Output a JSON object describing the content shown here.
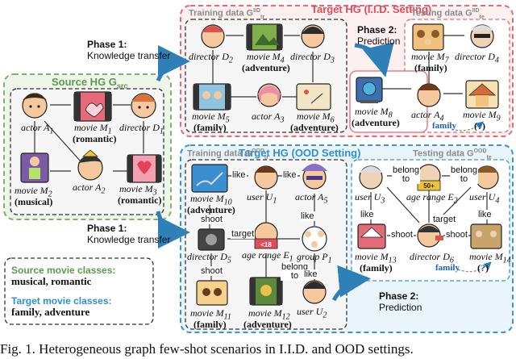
{
  "source": {
    "title": "Source HG G",
    "title_sub": "src",
    "nodes": [
      {
        "role": "actor A",
        "sub": "1"
      },
      {
        "role": "movie M",
        "sub": "1",
        "cls": "romantic"
      },
      {
        "role": "director D",
        "sub": "1"
      },
      {
        "role": "movie M",
        "sub": "2",
        "cls": "musical"
      },
      {
        "role": "actor A",
        "sub": "2"
      },
      {
        "role": "movie M",
        "sub": "3",
        "cls": "romantic"
      }
    ]
  },
  "iid": {
    "title": "Target HG (I.I.D. Setting)",
    "train_label": "Training data G",
    "train_sup": "IID",
    "train_sub": "tr",
    "test_label": "Testing data G",
    "test_sup": "IID",
    "test_sub": "te",
    "train_nodes": [
      {
        "role": "director D",
        "sub": "2"
      },
      {
        "role": "movie M",
        "sub": "4",
        "cls": "adventure"
      },
      {
        "role": "director D",
        "sub": "3"
      },
      {
        "role": "movie M",
        "sub": "5",
        "cls": "family"
      },
      {
        "role": "actor A",
        "sub": "3"
      },
      {
        "role": "movie M",
        "sub": "6",
        "cls": "adventure"
      }
    ],
    "mid_node": {
      "role": "movie M",
      "sub": "8",
      "cls": "adventure"
    },
    "test_nodes": [
      {
        "role": "movie M",
        "sub": "7",
        "cls": "family"
      },
      {
        "role": "director D",
        "sub": "4"
      },
      {
        "role": "actor A",
        "sub": "4"
      },
      {
        "role": "movie M",
        "sub": "9"
      }
    ],
    "query_class": "family",
    "query_mark": "?"
  },
  "ood": {
    "title": "Target HG (OOD Setting)",
    "train_label": "Training data G",
    "train_sup": "OOD",
    "train_sub": "tr",
    "test_label": "Testing data G",
    "test_sup": "OOD",
    "test_sub": "te",
    "train_nodes": [
      {
        "role": "movie M",
        "sub": "10",
        "cls": "adventure"
      },
      {
        "role": "user U",
        "sub": "1"
      },
      {
        "role": "actor A",
        "sub": "5"
      },
      {
        "role": "director D",
        "sub": "5"
      },
      {
        "role": "age range E",
        "sub": "1"
      },
      {
        "role": "group P",
        "sub": "1"
      },
      {
        "role": "movie M",
        "sub": "11",
        "cls": "family"
      },
      {
        "role": "movie M",
        "sub": "12",
        "cls": "adventure"
      },
      {
        "role": "user U",
        "sub": "2"
      }
    ],
    "test_nodes": [
      {
        "role": "user U",
        "sub": "3"
      },
      {
        "role": "age range E",
        "sub": "2"
      },
      {
        "role": "user U",
        "sub": "4"
      },
      {
        "role": "movie M",
        "sub": "13",
        "cls": "family"
      },
      {
        "role": "director D",
        "sub": "6"
      },
      {
        "role": "movie M",
        "sub": "14"
      }
    ],
    "edges": {
      "like": "like",
      "shoot": "shoot",
      "target": "target",
      "belong": "belong",
      "to": "to"
    },
    "age_badge": "<18",
    "age_badge_2": "50+",
    "query_class": "family",
    "query_mark": "?"
  },
  "phases": {
    "p1_top": "Phase 1:",
    "p1_top_desc": "Knowledge transfer",
    "p2_top": "Phase 2:",
    "p2_top_desc": "Prediction",
    "p1_bottom": "Phase 1:",
    "p1_bottom_desc": "Knowledge transfer",
    "p2_bottom": "Phase 2:",
    "p2_bottom_desc": "Prediction"
  },
  "legend": {
    "source_title": "Source movie classes:",
    "source_classes": "musical, romantic",
    "target_title": "Target movie classes:",
    "target_classes": "family, adventure"
  },
  "caption": "Fig. 1.  Heterogeneous graph few-shot scenarios in I.I.D. and OOD settings.",
  "colors": {
    "source": "#5b9a4a",
    "iid": "#e04c58",
    "ood": "#2f8fd0",
    "arrow": "#2f7fb8"
  }
}
